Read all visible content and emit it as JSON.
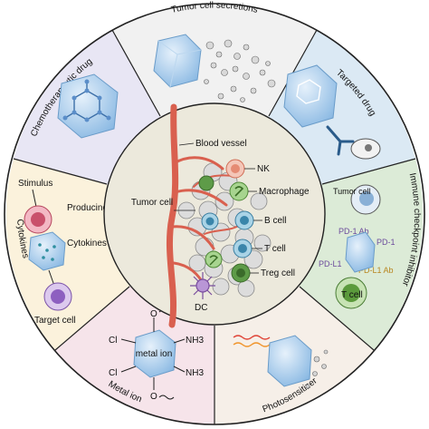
{
  "sectors": {
    "tumor_secretions": {
      "label": "Tumor cell secretions",
      "color": "#f1f1f1"
    },
    "targeted_drug": {
      "label": "Targeted  drug",
      "color": "#dbe9f4"
    },
    "checkpoint": {
      "label": "Immune checkpoint inhibitor",
      "color": "#dcebd7",
      "tumor_cell": "Tumor cell",
      "pd1_ab": "PD-1 Ab",
      "pd1": "PD-1",
      "pdl1": "PD-L1",
      "pdl1_ab": "PD-L1 Ab",
      "t_cell": "T cell"
    },
    "photosensitizer": {
      "label": "Photosensitizer",
      "color": "#f6efe8"
    },
    "metal_ion": {
      "label": "Metal ion",
      "color": "#f6e4ea",
      "cl_top": "Cl",
      "cl_bottom": "Cl",
      "nh3_top": "NH3",
      "nh3_bottom": "NH3",
      "o_top": "O",
      "o_bottom": "O",
      "center": "metal ion"
    },
    "cytokines": {
      "label": "Cytokines",
      "color": "#fbf2dc",
      "stimulus": "Stimulus",
      "producing_cell": "Producing cell",
      "cytokines_text": "Cytokines",
      "target_cell": "Target cell"
    },
    "chemo": {
      "label": "Chemotherapeutic drug",
      "color": "#e8e6f4"
    }
  },
  "center": {
    "blood_vessel": "Blood vessel",
    "nk": "NK",
    "macrophage": "Macrophage",
    "tumor_cell": "Tumor cell",
    "b_cell": "B cell",
    "t_cell": "T cell",
    "treg_cell": "Treg cell",
    "dc": "DC"
  },
  "colors": {
    "vessel": "#d9604f",
    "ring": "#222222",
    "center_fill": "#ece9dc",
    "hexagon": "#9ec4e6"
  }
}
